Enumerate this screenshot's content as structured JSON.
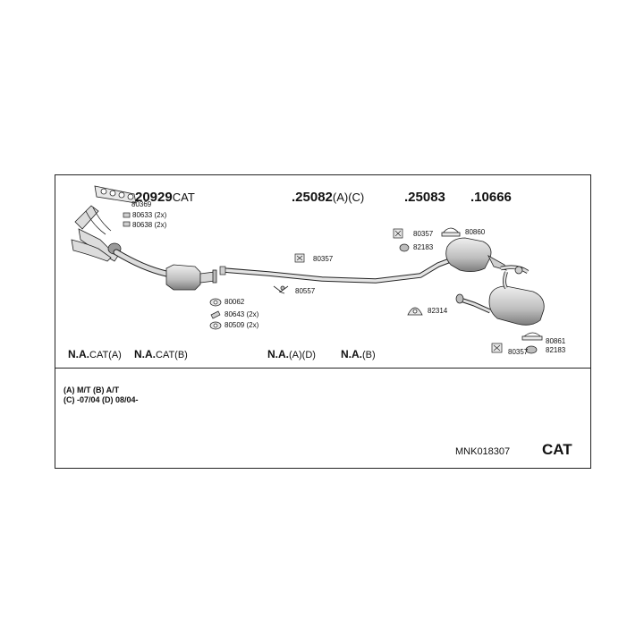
{
  "main_parts": [
    {
      "num": "20929",
      "suffix": "CAT"
    },
    {
      "num": ".25082",
      "suffix": "(A)(C)"
    },
    {
      "num": ".25083",
      "suffix": ""
    },
    {
      "num": ".10666",
      "suffix": ""
    }
  ],
  "small_parts": {
    "p80369": "80369",
    "p80633": "80633 (2x)",
    "p80638": "80638 (2x)",
    "p80357a": "80357",
    "p80557": "80557",
    "p80062": "80062",
    "p80643": "80643 (2x)",
    "p80509": "80509 (2x)",
    "p80357b": "80357",
    "p82183a": "82183",
    "p80860": "80860",
    "p82314": "82314",
    "p80861": "80861",
    "p80357c": "80357",
    "p82183b": "82183"
  },
  "na_items": [
    {
      "prefix": "N.A.",
      "suffix": "CAT(A)"
    },
    {
      "prefix": "N.A.",
      "suffix": "CAT(B)"
    },
    {
      "prefix": "N.A.",
      "suffix": "(A)(D)"
    },
    {
      "prefix": "N.A.",
      "suffix": "(B)"
    }
  ],
  "notes": {
    "line1": "(A) M/T (B) A/T",
    "line2": "(C) -07/04 (D) 08/04-"
  },
  "footer": {
    "code": "MNK018307",
    "cat": "CAT"
  },
  "colors": {
    "line": "#222222",
    "part_fill": "#e6e6e6",
    "part_shade": "#9a9a9a"
  }
}
